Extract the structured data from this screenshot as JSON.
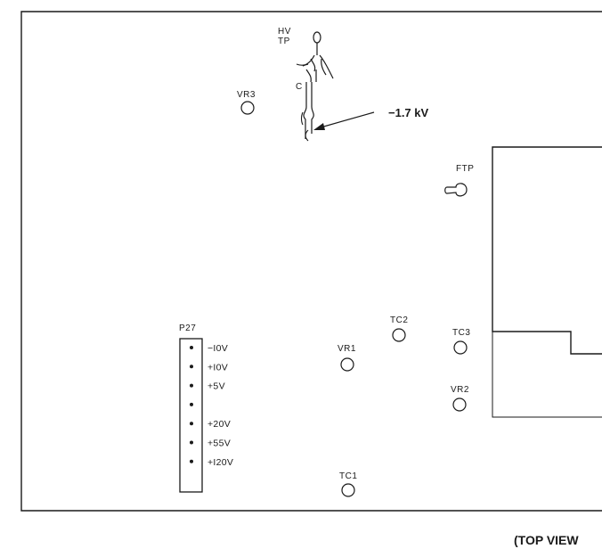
{
  "hv_test_point": {
    "label_line1": "HV",
    "label_line2": "TP",
    "voltage": "−1.7 kV"
  },
  "test_points": {
    "vr3": "VR3",
    "ftp": "FTP",
    "vr1": "VR1",
    "tc2": "TC2",
    "tc3": "TC3",
    "vr2": "VR2",
    "tc1": "TC1"
  },
  "connector": {
    "name": "P27",
    "pins": [
      "−I0V",
      "+I0V",
      "+5V",
      "",
      "+20V",
      "+55V",
      "+I20V"
    ]
  },
  "footer": "(TOP VIEW"
}
